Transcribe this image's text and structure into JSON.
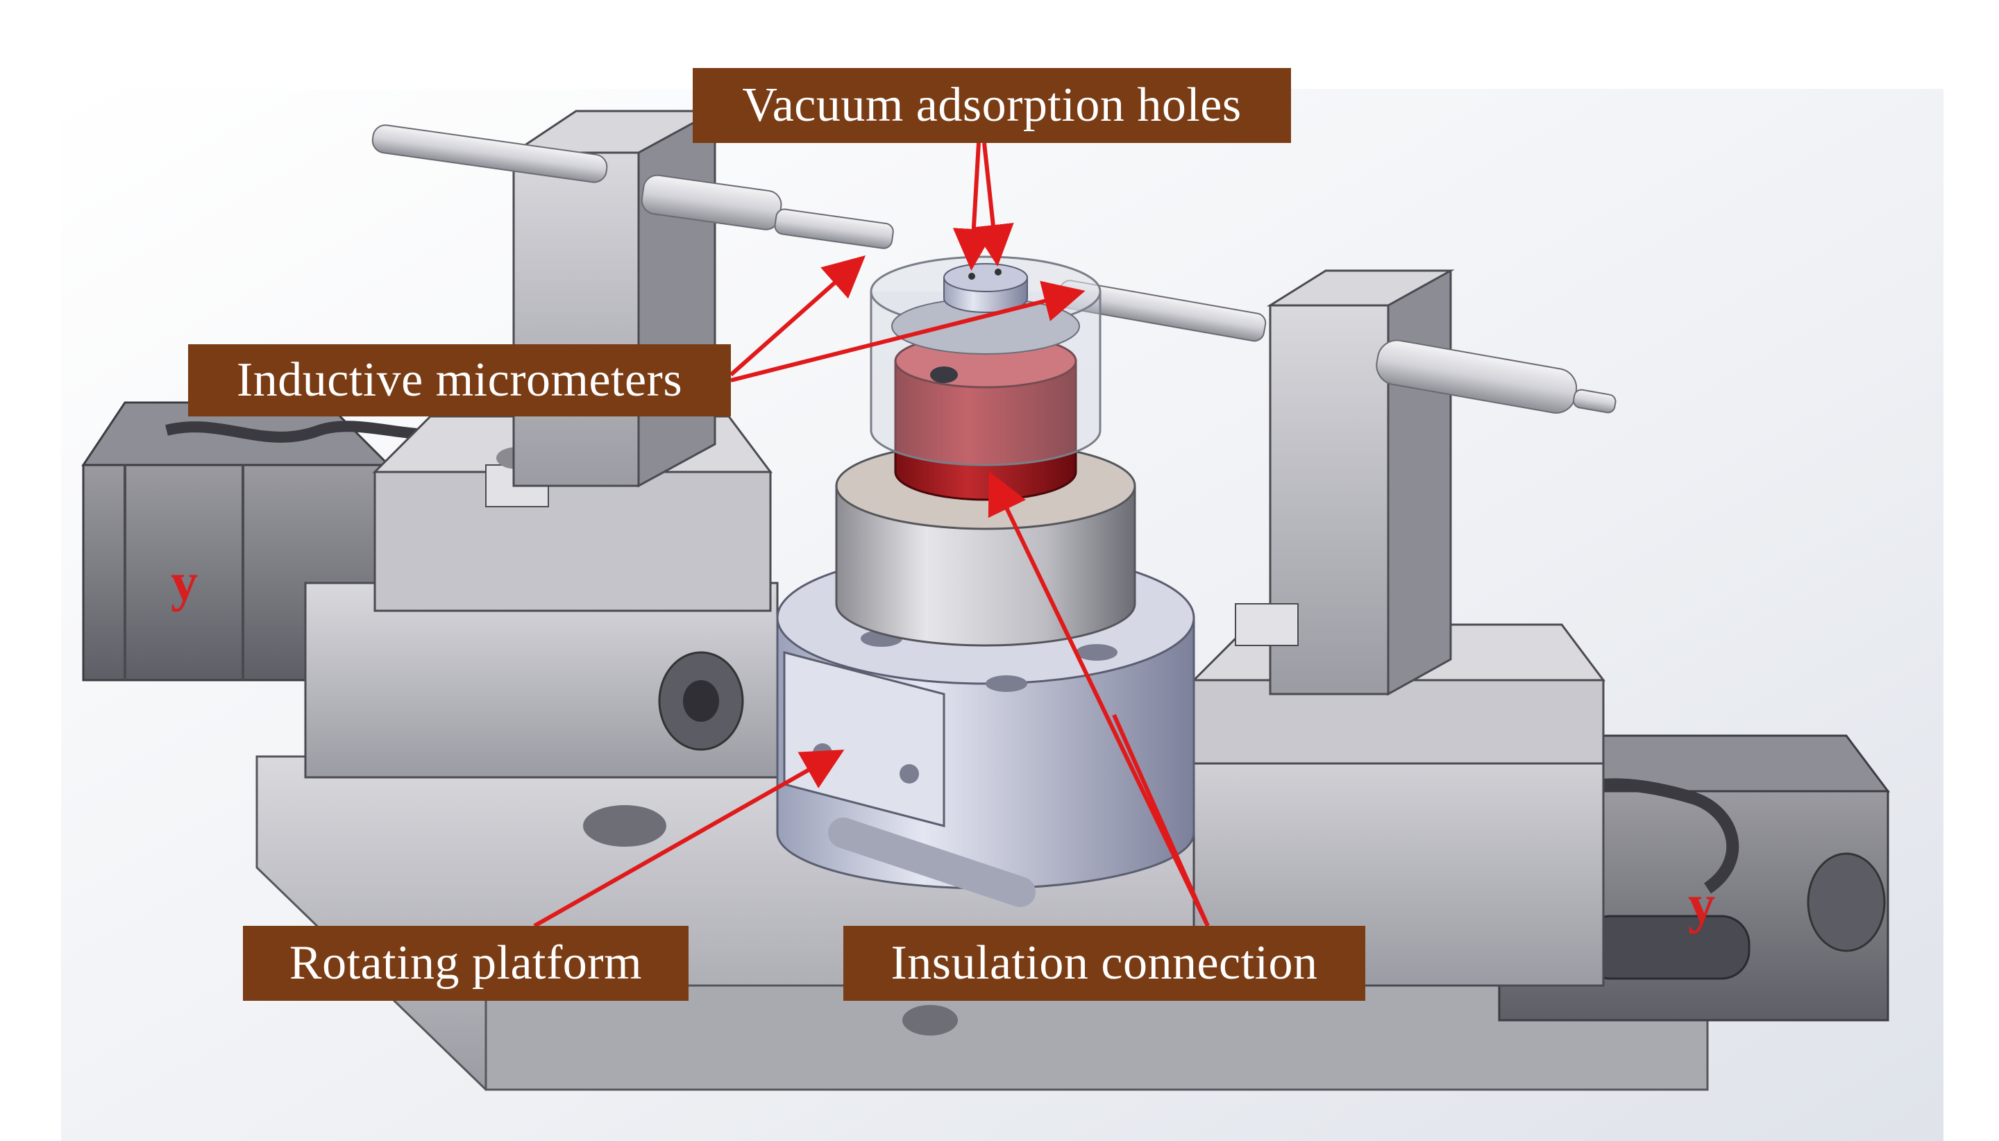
{
  "labels": {
    "vacuum_adsorption_holes": "Vacuum adsorption holes",
    "inductive_micrometers": "Inductive micrometers",
    "rotating_platform": "Rotating platform",
    "insulation_connection": "Insulation connection"
  },
  "axis_marks": {
    "left_motor": "y",
    "right_motor": "y"
  },
  "colors": {
    "label_background": "#7a3c14",
    "label_text": "#ffffff",
    "arrow": "#e01a1a",
    "insulation_part": "#b81f24"
  }
}
